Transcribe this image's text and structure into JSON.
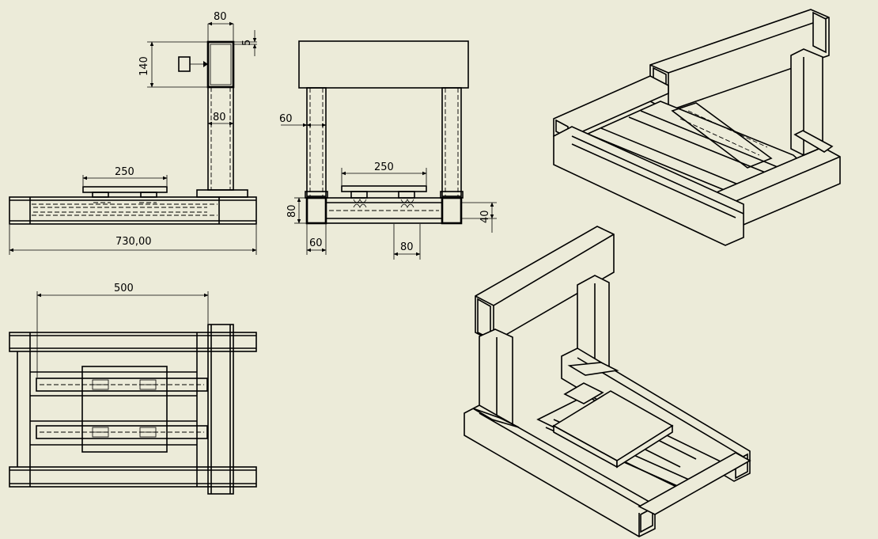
{
  "views": {
    "side_view": {
      "dims": {
        "beam_width_top": "80",
        "beam_wall": "5",
        "beam_height": "140",
        "column_width": "80",
        "table_length": "250",
        "overall_length": "730,00"
      }
    },
    "front_view": {
      "dims": {
        "column_width": "60",
        "table_length": "250",
        "base_height": "80",
        "rail_height": "40",
        "foot_width": "60",
        "spacing": "80"
      }
    },
    "top_view": {
      "dims": {
        "span": "500"
      }
    }
  },
  "colors": {
    "background": "#ecebd9",
    "line": "#000000"
  }
}
